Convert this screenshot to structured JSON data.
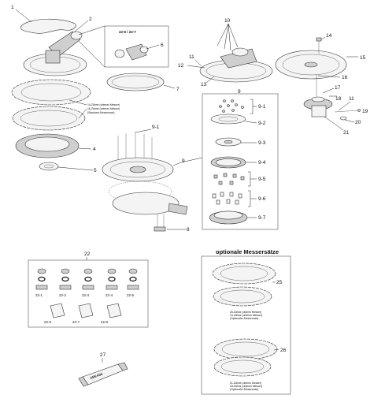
{
  "callouts": {
    "c1": "1",
    "c2": "2",
    "c4": "4",
    "c5": "5",
    "c6": "6",
    "c7": "7",
    "c8": "8",
    "c9a": "9",
    "c9b": "9",
    "c9_1a": "9-1",
    "c9_1b": "9-1",
    "c9_2": "9-2",
    "c9_3": "9-3",
    "c9_4": "9-4",
    "c9_5": "9-5",
    "c9_6": "9-6",
    "c9_7": "9-7",
    "c10": "10",
    "c11a": "11",
    "c11b": "11",
    "c12": "12",
    "c13": "13",
    "c14": "14",
    "c15": "15",
    "c16": "16",
    "c17": "17",
    "c18": "18",
    "c19": "19",
    "c20": "20",
    "c21": "21",
    "c22": "22",
    "c25": "25",
    "c26": "26",
    "c27": "27"
  },
  "inset_label": "22-6 / 22-7",
  "notes": {
    "knives_a1": "14-Zähne (unteres Messer)",
    "knives_a2": "16-Zähne (unteres Messer)",
    "knives_a3": "(Standard-Messersatz)",
    "knives_b1": "26-Zähne (oberes Messer)",
    "knives_b2": "24-Zähne (unteres Messer)",
    "knives_b3": "(Optionaler-Messersatz)",
    "knives_c1": "21-Zähne (oberes Messer)",
    "knives_c2": "18-Zähne (unteres Messer)",
    "knives_c3": "(Optionaler-Messersatz)"
  },
  "kit22_labels": [
    "22-1",
    "22-2",
    "22-3",
    "22-4",
    "22-5"
  ],
  "kit22_tubes": [
    "22-6",
    "22-7",
    "22-8"
  ],
  "optional_title": "optionale Messersätze",
  "grease_label": "GREASE"
}
